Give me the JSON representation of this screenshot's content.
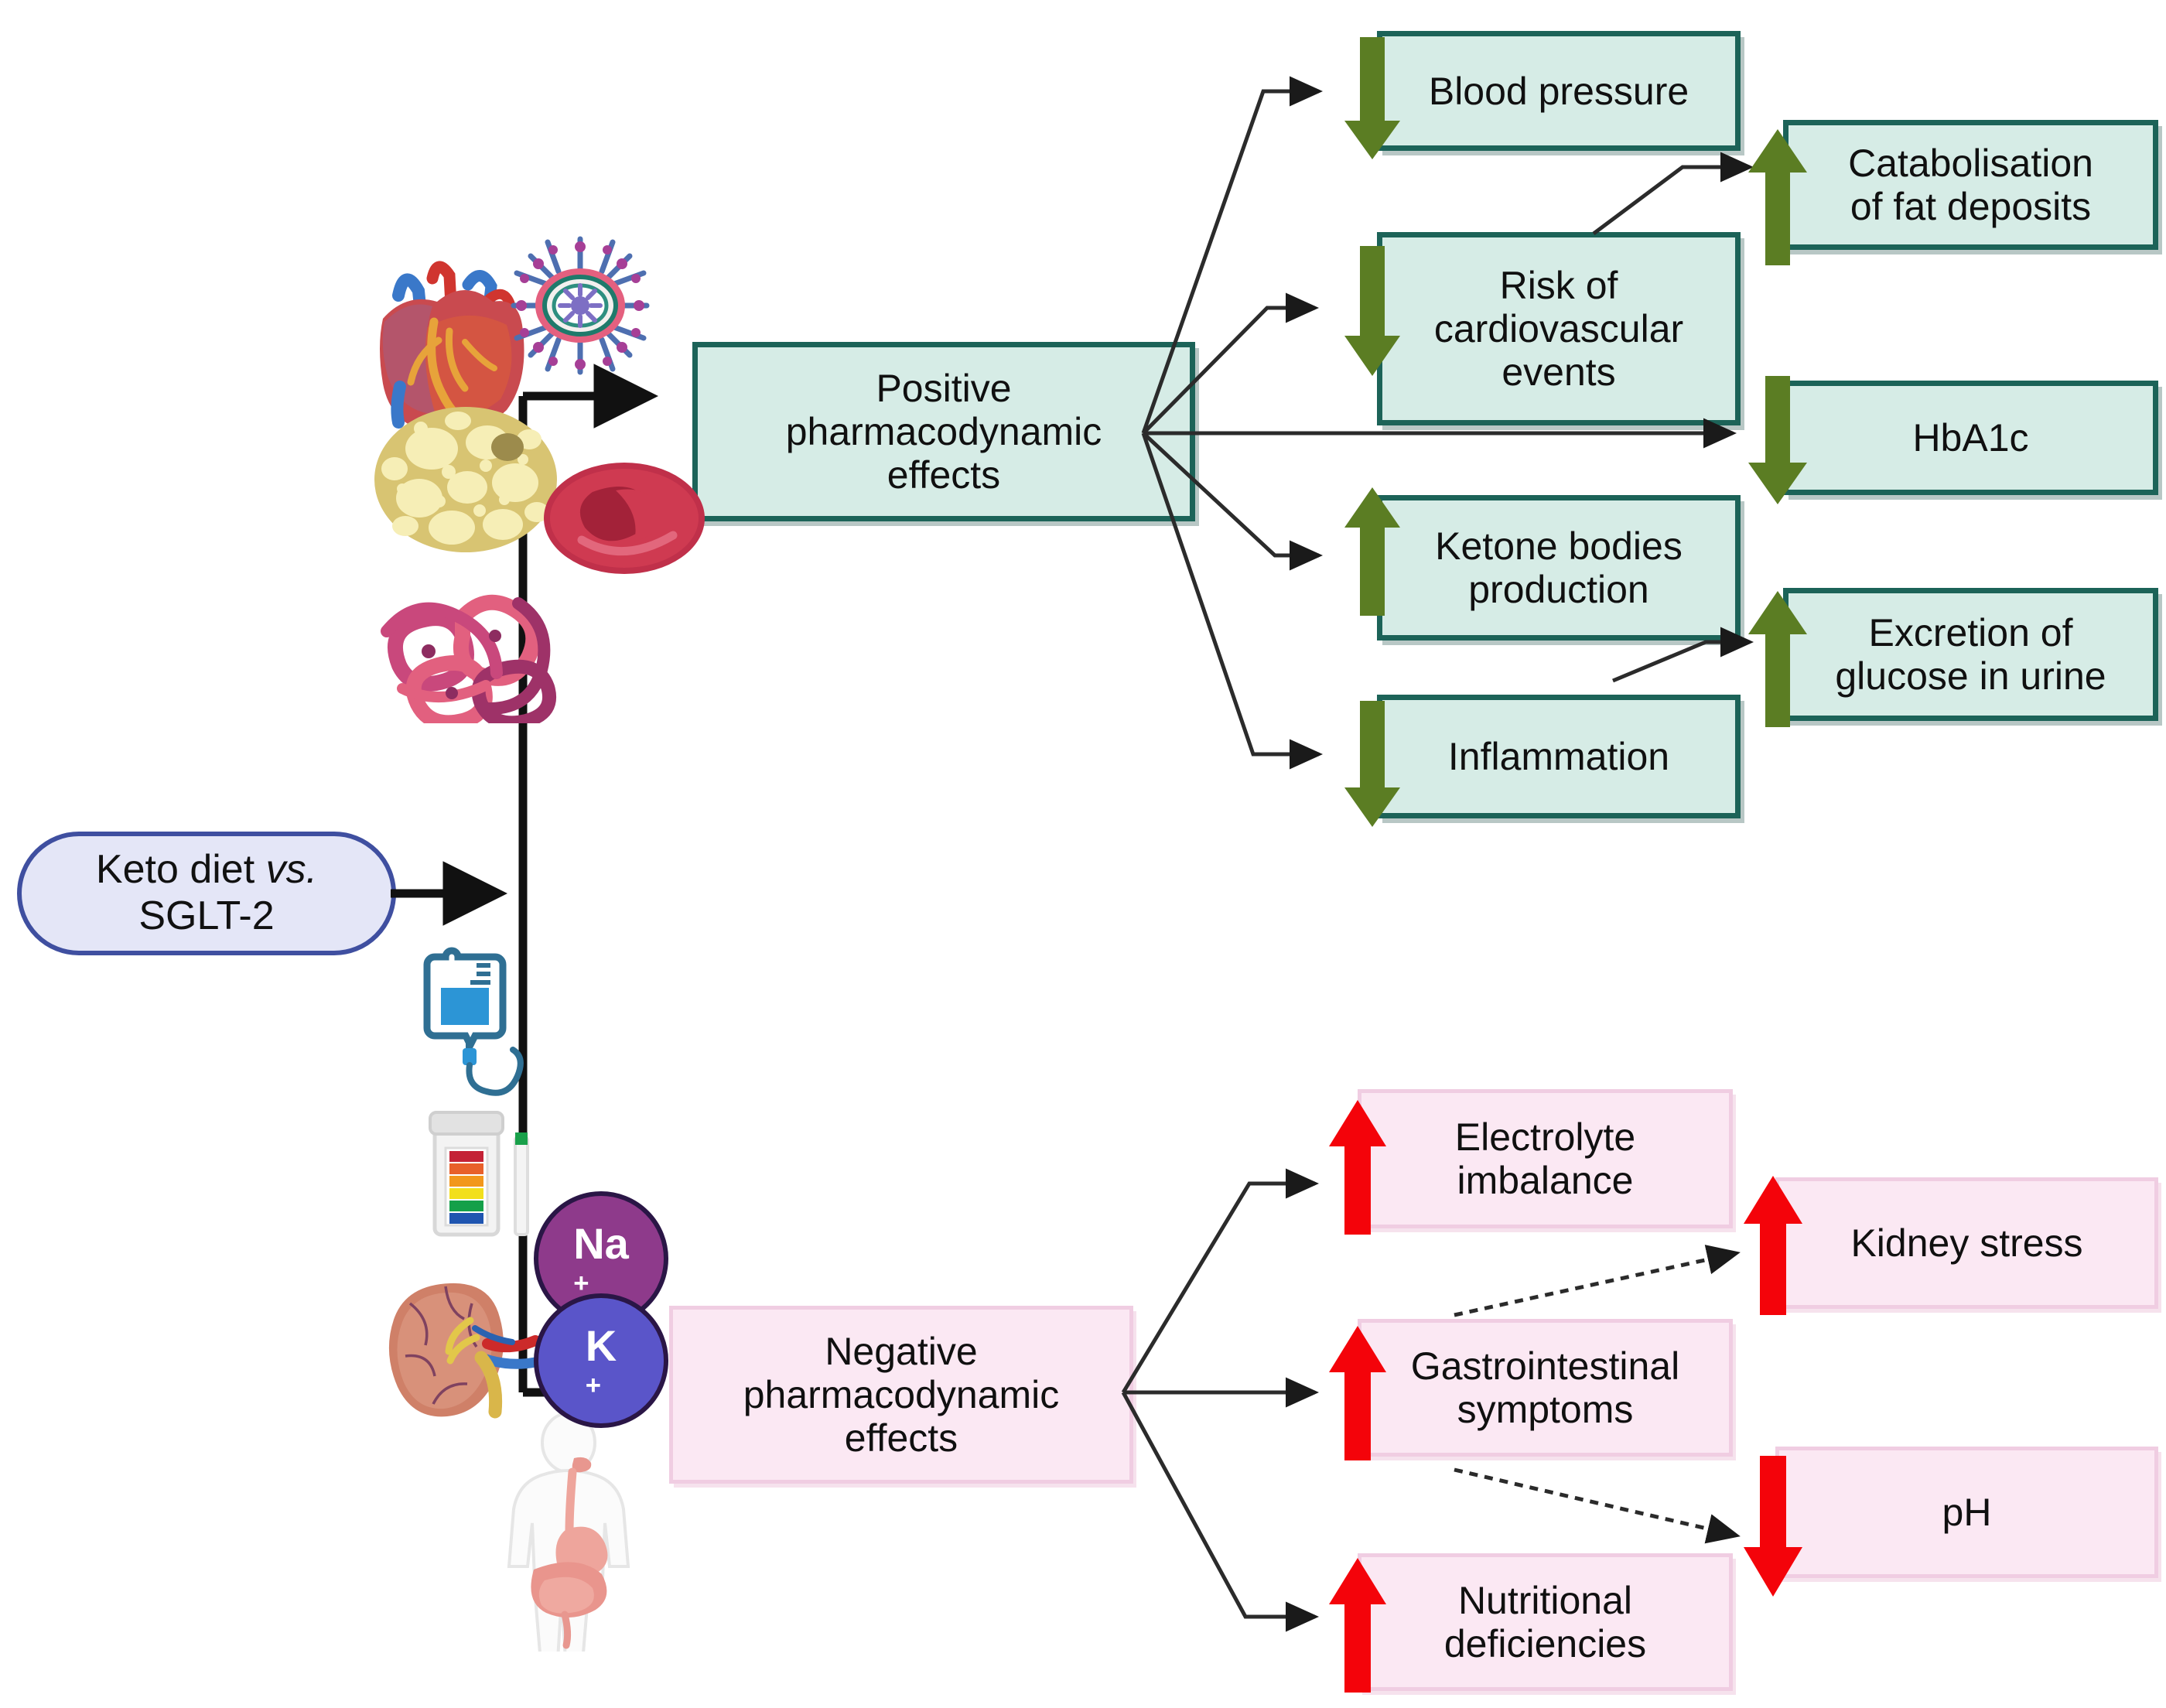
{
  "diagram": {
    "title": "Keto diet vs. SGLT-2 pharmacodynamic effects",
    "colors": {
      "green_box_fill": "#d6ece6",
      "green_box_border": "#1c6358",
      "green_arrow": "#5b7d23",
      "pink_box_fill": "#fbe8f3",
      "pink_box_border": "#f0cde2",
      "red_arrow": "#f4030a",
      "root_fill": "#e4e6f7",
      "root_border": "#3f4fa0",
      "connector": "#1a1a1a"
    }
  },
  "root": {
    "name": "root-node",
    "line1": "Keto diet ",
    "line1_italic": "vs.",
    "line2": "SGLT-2"
  },
  "branches": {
    "positive": {
      "name": "positive-effects",
      "line1": "Positive",
      "line2": "pharmacodynamic",
      "line3": "effects"
    },
    "negative": {
      "name": "negative-effects",
      "line1": "Negative",
      "line2": "pharmacodynamic",
      "line3": "effects"
    }
  },
  "positive_outcomes": [
    {
      "id": "blood-pressure",
      "label": "Blood pressure",
      "lines": [
        "Blood pressure"
      ],
      "direction": "down"
    },
    {
      "id": "cv-risk",
      "label": "Risk of cardiovascular events",
      "lines": [
        "Risk of",
        "cardiovascular",
        "events"
      ],
      "direction": "down"
    },
    {
      "id": "ketone-bodies",
      "label": "Ketone bodies production",
      "lines": [
        "Ketone bodies",
        "production"
      ],
      "direction": "up"
    },
    {
      "id": "inflammation",
      "label": "Inflammation",
      "lines": [
        "Inflammation"
      ],
      "direction": "down"
    },
    {
      "id": "fat-catabolisation",
      "label": "Catabolisation of fat deposits",
      "lines": [
        "Catabolisation",
        "of fat deposits"
      ],
      "direction": "up"
    },
    {
      "id": "hba1c",
      "label": "HbA1c",
      "lines": [
        "HbA1c"
      ],
      "direction": "down"
    },
    {
      "id": "glucose-excretion",
      "label": "Excretion of glucose in urine",
      "lines": [
        "Excretion of",
        "glucose in urine"
      ],
      "direction": "up"
    }
  ],
  "negative_outcomes": [
    {
      "id": "electrolyte-imbalance",
      "label": "Electrolyte imbalance",
      "lines": [
        "Electrolyte",
        "imbalance"
      ],
      "direction": "up"
    },
    {
      "id": "gi-symptoms",
      "label": "Gastrointestinal symptoms",
      "lines": [
        "Gastrointestinal",
        "symptoms"
      ],
      "direction": "up"
    },
    {
      "id": "nutritional-deficiencies",
      "label": "Nutritional deficiencies",
      "lines": [
        "Nutritional",
        "deficiencies"
      ],
      "direction": "up"
    },
    {
      "id": "kidney-stress",
      "label": "Kidney stress",
      "lines": [
        "Kidney stress"
      ],
      "direction": "up"
    },
    {
      "id": "ph",
      "label": "pH",
      "lines": [
        "pH"
      ],
      "direction": "down"
    }
  ],
  "ions": [
    {
      "id": "sodium",
      "symbol": "Na",
      "charge": "+",
      "color": "#8e3a8b"
    },
    {
      "id": "potassium",
      "symbol": "K",
      "charge": "+",
      "color": "#5a55c9"
    }
  ],
  "illustrations": [
    {
      "id": "heart-icon",
      "name": "heart-illustration"
    },
    {
      "id": "inflamed-cell-icon",
      "name": "inflammation-cell-illustration"
    },
    {
      "id": "adipocyte-icon",
      "name": "fat-cell-illustration"
    },
    {
      "id": "glomerulus-icon",
      "name": "blood-vessel-network-illustration"
    },
    {
      "id": "red-blood-cell-icon",
      "name": "red-blood-cell-illustration"
    },
    {
      "id": "iv-bag-icon",
      "name": "iv-drip-illustration"
    },
    {
      "id": "urine-test-icon",
      "name": "urine-test-strip-illustration"
    },
    {
      "id": "kidney-icon",
      "name": "kidney-illustration"
    },
    {
      "id": "digestive-system-icon",
      "name": "digestive-system-illustration"
    }
  ]
}
